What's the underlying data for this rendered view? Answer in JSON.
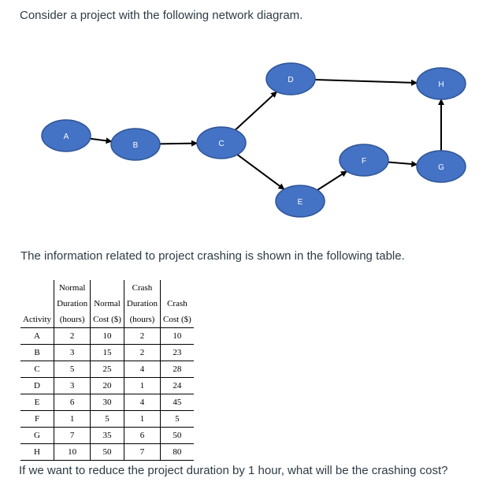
{
  "intro_text": "Consider a project with the following network diagram.",
  "diagram": {
    "nodes": [
      {
        "id": "A",
        "label": "A"
      },
      {
        "id": "B",
        "label": "B"
      },
      {
        "id": "C",
        "label": "C"
      },
      {
        "id": "D",
        "label": "D"
      },
      {
        "id": "E",
        "label": "E"
      },
      {
        "id": "F",
        "label": "F"
      },
      {
        "id": "G",
        "label": "G"
      },
      {
        "id": "H",
        "label": "H"
      }
    ],
    "edges": [
      [
        "A",
        "B"
      ],
      [
        "B",
        "C"
      ],
      [
        "C",
        "D"
      ],
      [
        "C",
        "E"
      ],
      [
        "D",
        "H"
      ],
      [
        "E",
        "F"
      ],
      [
        "F",
        "G"
      ],
      [
        "G",
        "H"
      ]
    ],
    "node_fill": "#4472c4",
    "node_stroke": "#2f5597"
  },
  "mid_text": "The information related to project crashing is shown in the following table.",
  "table": {
    "headers": [
      {
        "l1": "",
        "l2": "",
        "l3": "Activity"
      },
      {
        "l1": "Normal",
        "l2": "Duration",
        "l3": "(hours)"
      },
      {
        "l1": "",
        "l2": "Normal",
        "l3": "Cost ($)"
      },
      {
        "l1": "Crash",
        "l2": "Duration",
        "l3": "(hours)"
      },
      {
        "l1": "",
        "l2": "Crash",
        "l3": "Cost ($)"
      }
    ],
    "rows": [
      [
        "A",
        "2",
        "10",
        "2",
        "10"
      ],
      [
        "B",
        "3",
        "15",
        "2",
        "23"
      ],
      [
        "C",
        "5",
        "25",
        "4",
        "28"
      ],
      [
        "D",
        "3",
        "20",
        "1",
        "24"
      ],
      [
        "E",
        "6",
        "30",
        "4",
        "45"
      ],
      [
        "F",
        "1",
        "5",
        "1",
        "5"
      ],
      [
        "G",
        "7",
        "35",
        "6",
        "50"
      ],
      [
        "H",
        "10",
        "50",
        "7",
        "80"
      ]
    ]
  },
  "question_text": "If we want to reduce the project duration by 1 hour, what will be the crashing cost?"
}
